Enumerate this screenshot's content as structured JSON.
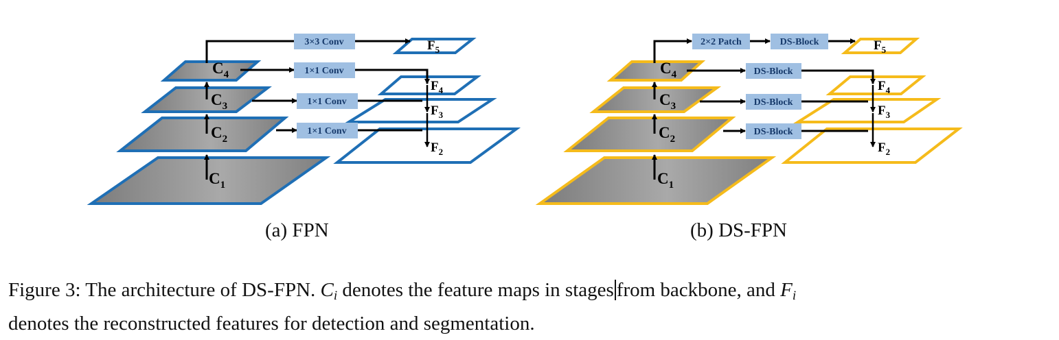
{
  "colors": {
    "fpn_border": "#1f6fb5",
    "dsfpn_border": "#f5bb1b",
    "box_fill": "#9fbfe2",
    "box_text": "#173a6b",
    "map_fill": "#8a8a8a"
  },
  "panels": {
    "fpn": {
      "caption": "(a)  FPN",
      "top_op": "3×3 Conv",
      "lateral_ops": [
        "1×1 Conv",
        "1×1 Conv",
        "1×1 Conv"
      ]
    },
    "dsfpn": {
      "caption": "(b)  DS-FPN",
      "top_op_a": "2×2 Patch",
      "top_op_b": "DS-Block",
      "lateral_ops": [
        "DS-Block",
        "DS-Block",
        "DS-Block"
      ]
    }
  },
  "c_labels": [
    {
      "base": "C",
      "sub": "1"
    },
    {
      "base": "C",
      "sub": "2"
    },
    {
      "base": "C",
      "sub": "3"
    },
    {
      "base": "C",
      "sub": "4"
    }
  ],
  "f_labels": [
    {
      "base": "F",
      "sub": "2"
    },
    {
      "base": "F",
      "sub": "3"
    },
    {
      "base": "F",
      "sub": "4"
    },
    {
      "base": "F",
      "sub": "5"
    }
  ],
  "caption": {
    "part1": "Figure 3: The architecture of DS-FPN. ",
    "ci_base": "C",
    "ci_sub": "i",
    "part2": " denotes the feature maps in stages",
    "part3": "from backbone, and ",
    "fi_base": "F",
    "fi_sub": "i",
    "line2": "denotes the reconstructed features for detection and segmentation."
  }
}
